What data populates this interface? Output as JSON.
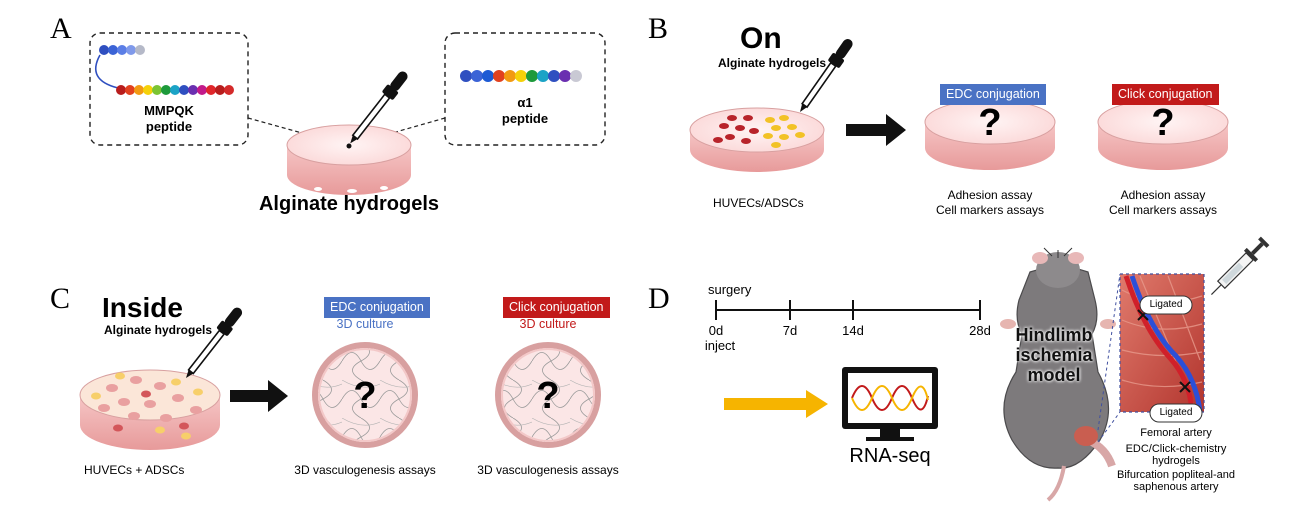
{
  "panels": {
    "a": "A",
    "b": "B",
    "c": "C",
    "d": "D"
  },
  "a": {
    "left_box_line1": "MMPQK",
    "left_box_line2": "peptide",
    "right_box_line1": "α1",
    "right_box_line2": "peptide",
    "dish_label": "Alginate hydrogels"
  },
  "b": {
    "title": "On",
    "subtitle": "Alginate hydrogels",
    "cells": "HUVECs/ADSCs",
    "edc_badge": "EDC conjugation",
    "click_badge": "Click conjugation",
    "question": "?",
    "assay1": "Adhesion assay",
    "assay2": "Cell markers assays"
  },
  "c": {
    "title": "Inside",
    "subtitle": "Alginate hydrogels",
    "cells": "HUVECs + ADSCs",
    "edc_badge": "EDC conjugation",
    "edc_culture": "3D culture",
    "click_badge": "Click conjugation",
    "click_culture": "3D culture",
    "question": "?",
    "assay": "3D vasculogenesis assays"
  },
  "d": {
    "surgery": "surgery",
    "t0": "0d",
    "inject": "inject",
    "t7": "7d",
    "t14": "14d",
    "t28": "28d",
    "rnaseq": "RNA-seq",
    "model1": "Hindlimb",
    "model2": "ischemia",
    "model3": "model",
    "ligated": "Ligated",
    "femoral": "Femoral artery",
    "edc1": "EDC/Click-chemistry",
    "edc2": "hydrogels",
    "bif1": "Bifurcation popliteal-and",
    "bif2": "saphenous artery"
  },
  "colors": {
    "edc": "#4a72c4",
    "click": "#c21a1a",
    "dish_fill": "#fbe0e0",
    "dish_wall": "#f2b8b8",
    "arrow_yellow": "#f6b400",
    "artery_red": "#d0202a",
    "artery_blue": "#2c4fd8",
    "muscle": "#c9544a"
  }
}
